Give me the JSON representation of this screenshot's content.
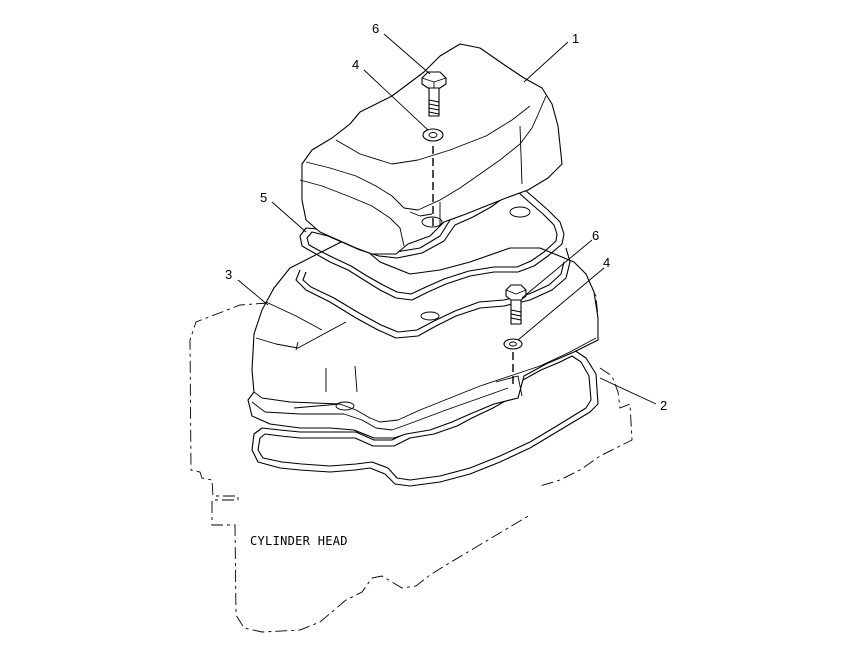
{
  "caption": "CYLINDER HEAD",
  "callouts": {
    "c1": "1",
    "c2": "2",
    "c3": "3",
    "c4a": "4",
    "c4b": "4",
    "c5": "5",
    "c6a": "6",
    "c6b": "6"
  }
}
